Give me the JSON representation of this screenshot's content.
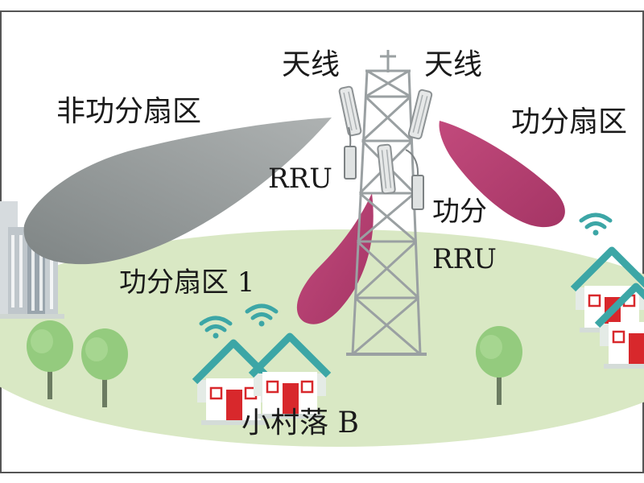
{
  "labels": {
    "antenna_left": "天线",
    "antenna_right": "天线",
    "non_split_sector": "非功分扇区",
    "split_sector_right": "功分扇区",
    "rru_left": "RRU",
    "split_rru_line1": "功分",
    "split_rru_line2": "RRU",
    "split_sector_1": "功分扇区 1",
    "village_b": "小村落 B"
  },
  "colors": {
    "frame": "#555555",
    "ground": "#d9e8c4",
    "lobe_gray": "#8c9090",
    "lobe_magenta": "#b83b70",
    "tower": "#9aa0a2",
    "house_roof": "#3ca6a6",
    "house_door": "#d8282c",
    "tree": "#8fc879",
    "building": "#c9cfd3"
  },
  "icons": {
    "tower": "lattice-tower-icon",
    "antenna": "panel-antenna-icon",
    "rru": "rru-box-icon",
    "house": "house-icon",
    "tree": "tree-icon",
    "building": "apartment-building-icon",
    "signal": "wifi-signal-icon"
  }
}
